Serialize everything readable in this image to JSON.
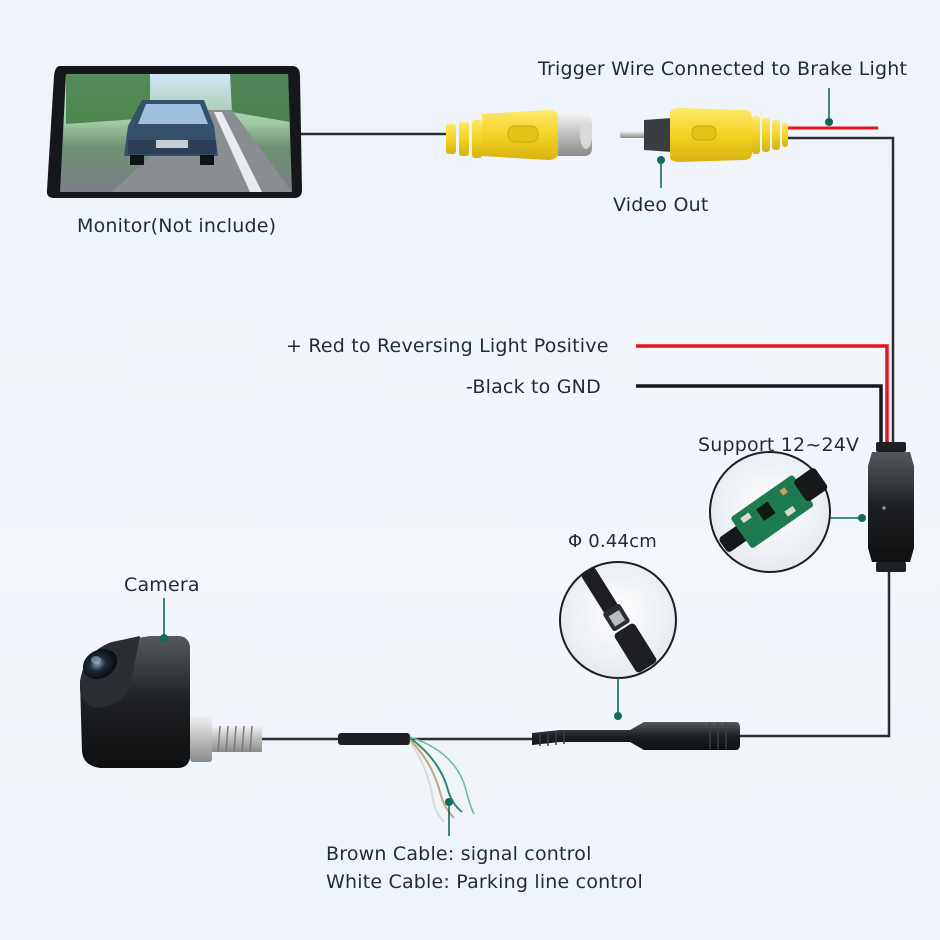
{
  "labels": {
    "trigger_wire": "Trigger Wire Connected to Brake Light",
    "video_out": "Video Out",
    "monitor": "Monitor(Not include)",
    "red_wire": "+ Red to Reversing Light Positive",
    "black_wire": "-Black to GND",
    "support_voltage": "Support 12~24V",
    "diameter": "Φ 0.44cm",
    "camera": "Camera",
    "brown_cable": "Brown Cable: signal control",
    "white_cable": "White Cable: Parking line control"
  },
  "icons": [
    "monitor-icon",
    "rca-female-connector-icon",
    "rca-male-connector-icon",
    "control-box-icon",
    "pcb-icon",
    "four-pin-connector-icon",
    "camera-icon"
  ],
  "colors": {
    "red_wire": "#e8141c",
    "black_wire": "#16181b",
    "yellow_connector": "#f3d323",
    "leader_dot": "#0f6b5c"
  }
}
